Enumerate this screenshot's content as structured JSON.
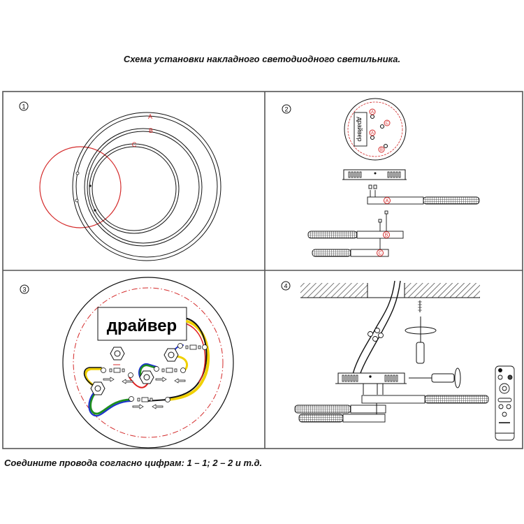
{
  "title": "Схема установки накладного светодиодного светильника.",
  "footer": "Соедините провода согласно цифрам: 1 – 1; 2 – 2 и т.д.",
  "panels": [
    {
      "number": "1",
      "ring_labels": [
        "A",
        "B",
        "C"
      ]
    },
    {
      "number": "2",
      "driver_label": "драйвер",
      "mount_labels": [
        "A",
        "C",
        "A",
        "B"
      ],
      "bar_labels": [
        "A",
        "B",
        "C"
      ]
    },
    {
      "number": "3",
      "driver_label": "драйвер"
    },
    {
      "number": "4"
    }
  ],
  "colors": {
    "accent_red": "#d42a2a",
    "line": "#111111",
    "border": "#555555"
  }
}
